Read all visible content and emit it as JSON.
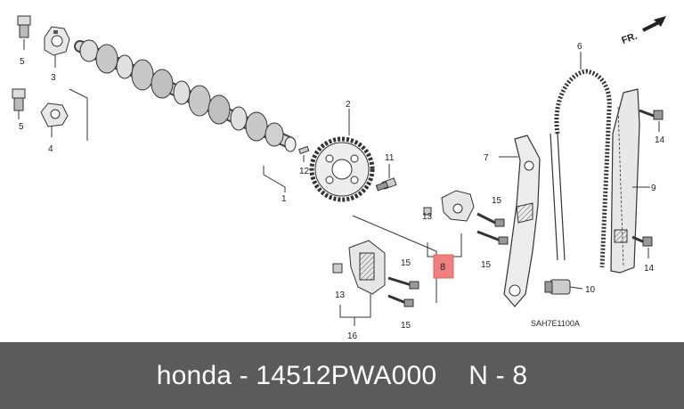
{
  "figure": {
    "direction_label": "FR.",
    "code": "SAH7E1100A",
    "callouts": {
      "p1": "1",
      "p2": "2",
      "p3": "3",
      "p4": "4",
      "p5a": "5",
      "p5b": "5",
      "p6": "6",
      "p7": "7",
      "p8": "8",
      "p9": "9",
      "p10": "10",
      "p11": "11",
      "p12": "12",
      "p13a": "13",
      "p13b": "13",
      "p14a": "14",
      "p14b": "14",
      "p15a": "15",
      "p15b": "15",
      "p15c": "15",
      "p15d": "15",
      "p16": "16"
    },
    "highlight_color": "#f08080"
  },
  "caption": {
    "part_text": "honda - 14512PWA000",
    "ref_text": "N - 8"
  }
}
